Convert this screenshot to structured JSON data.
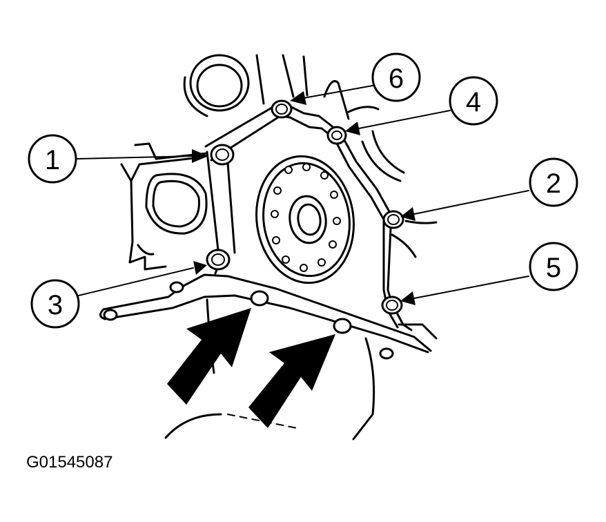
{
  "figure": {
    "id_label": "G01545087"
  },
  "callouts": [
    {
      "label": "1"
    },
    {
      "label": "2"
    },
    {
      "label": "3"
    },
    {
      "label": "4"
    },
    {
      "label": "5"
    },
    {
      "label": "6"
    }
  ],
  "colors": {
    "ink": "#000000",
    "paper": "#ffffff"
  }
}
